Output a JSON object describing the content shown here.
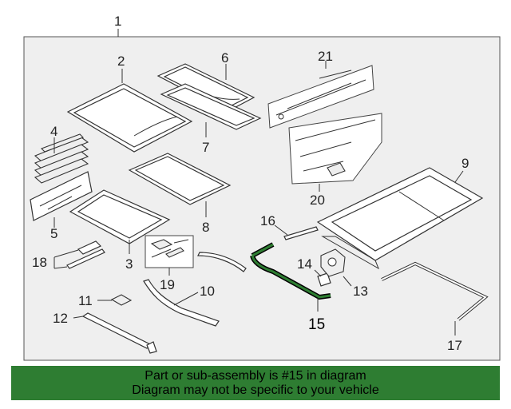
{
  "colors": {
    "panel_bg": "#efefef",
    "highlight": "#2e7d32",
    "banner_bg": "#2e7d32",
    "line": "#333333"
  },
  "callouts": {
    "c1": "1",
    "c2": "2",
    "c3": "3",
    "c4": "4",
    "c5": "5",
    "c6": "6",
    "c7": "7",
    "c8": "8",
    "c9": "9",
    "c10": "10",
    "c11": "11",
    "c12": "12",
    "c13": "13",
    "c14": "14",
    "c15": "15",
    "c16": "16",
    "c17": "17",
    "c18": "18",
    "c19": "19",
    "c20": "20",
    "c21": "21"
  },
  "banner": {
    "line1": "Part or sub-assembly is #15 in diagram",
    "line2": "Diagram may not be specific to your vehicle"
  }
}
